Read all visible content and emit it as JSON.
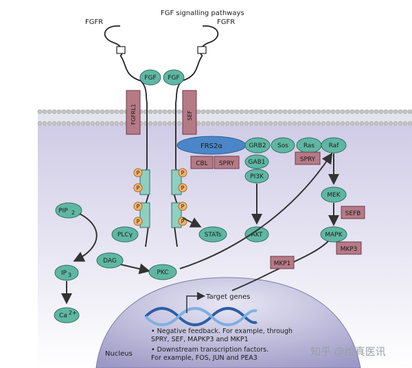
{
  "title": "FGF signalling pathways",
  "labels": {
    "fgfr_left": "FGFR",
    "fgfr_right": "FGFR",
    "fgf_left": "FGF",
    "fgf_right": "FGF",
    "fgfrl1": "FGFRL1",
    "sef_membrane": "SEF",
    "frs2a": "FRS2α",
    "cbl": "CBL",
    "spry_1": "SPRY",
    "grb2": "GRB2",
    "sos": "Sos",
    "ras": "Ras",
    "raf": "Raf",
    "spry_2": "SPRY",
    "gab1": "GAB1",
    "pi3k": "PI3K",
    "akt": "AKT",
    "mek": "MEK",
    "sefb": "SEFB",
    "mapk": "MAPK",
    "mkp3": "MKP3",
    "mkp1": "MKP1",
    "p": "P",
    "plcy": "PLCγ",
    "stats": "STATs",
    "pip2": "PIP",
    "pip2_sub": "2",
    "dag": "DAG",
    "pkc": "PKC",
    "ip3": "IP",
    "ip3_sub": "3",
    "ca": "Ca",
    "ca_sup": "2+",
    "target_genes": "Target genes",
    "nucleus": "Nucleus"
  },
  "nucleus_notes": [
    "• Negative feedback. For example, through",
    "  SPRY, SEF, MAPKP3 and MKP1",
    "• Downstream transcription factors.",
    "  For example, FOS, JUN and PEA3"
  ],
  "watermark": "知乎 @绘真医讯",
  "colors": {
    "node_fill": "#5fb7a3",
    "node_stroke": "#2f6f63",
    "box_fill": "#b57a86",
    "box_stroke": "#6d3a48",
    "frs_fill": "#4a86c8",
    "cytoplasm": "#d9d6ec",
    "membrane_head": "#c8c8c8",
    "nucleus": "#a9a6cf",
    "p_fill": "#f2b36b",
    "receptor_box": "#8fcfbf"
  }
}
